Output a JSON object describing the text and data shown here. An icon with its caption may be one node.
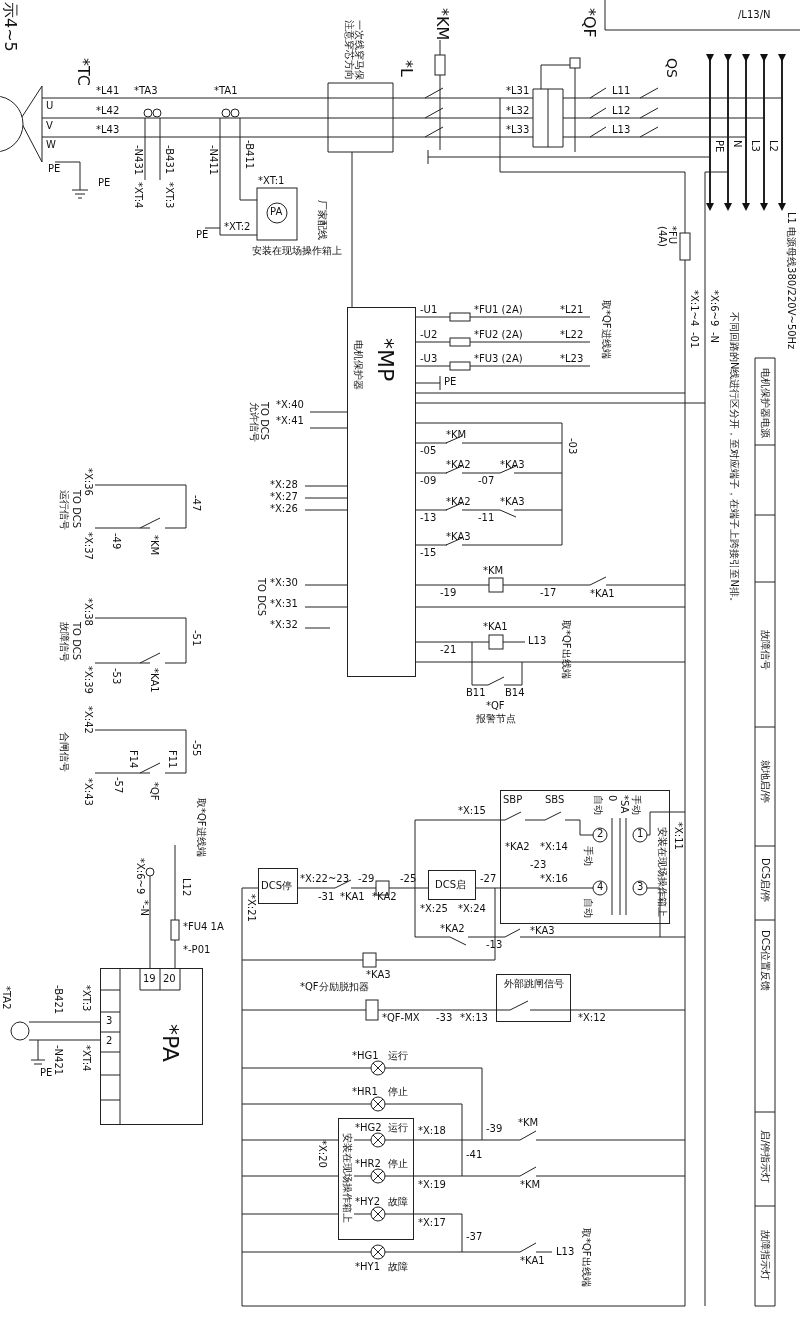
{
  "diagram": {
    "nodes": [
      {
        "text": [
          "*MP",
          "电机保护器"
        ]
      },
      {
        "text": [
          "*PA"
        ]
      },
      {
        "text": [
          "外部跳闸信号"
        ]
      },
      {
        "text": [
          "安装在现场操作箱上"
        ]
      },
      {
        "text": [
          "DCS停"
        ]
      },
      {
        "text": [
          "DCS启"
        ]
      },
      {
        "text": [
          "安装在现场操作箱上"
        ]
      }
    ],
    "labels": [
      "示4~5",
      "*TC",
      "U",
      "V",
      "W",
      "PE",
      "*L41",
      "*L42",
      "*L43",
      "*TA3",
      "-N431",
      "-B431",
      "PE",
      "*XT:4",
      "*XT:3",
      "*TA1",
      "-N411",
      "-B411",
      "*XT:1",
      "*XT:2",
      "PE",
      "安装在现场操作箱上",
      "一次线穿马保注意穿芯方向",
      "*L",
      "厂家配线",
      "*KM",
      "*QF",
      "*L31",
      "*L32",
      "*L33",
      "QS",
      "L11",
      "L12",
      "L13",
      "PE",
      "N",
      "L3",
      "L2",
      "L1 电源母线380/220V~50Hz",
      "/L13/N",
      "*FU (4A)",
      "*X:1~4",
      "*X:6~9",
      "-01",
      "-N",
      "不同回路的N线进行区分开，至对应端子，在端子上跨接引至N排。",
      "*FU1 (2A)",
      "*FU2 (2A)",
      "*FU3 (2A)",
      "*L21",
      "*L22",
      "*L23",
      "取*QF进线端",
      "-U1",
      "-U2",
      "-U3",
      "PE",
      "TO DCS 允许信号",
      "*X:40",
      "*X:41",
      "*X:28",
      "*X:27",
      "*X:26",
      "*X:30",
      "*X:31",
      "*X:32",
      "TO DCS",
      "-03",
      "-05",
      "*KM",
      "-09",
      "*KA2",
      "-07",
      "*KA3",
      "-13",
      "*KA2",
      "-11",
      "*KA3",
      "-15",
      "*KA3",
      "-19",
      "*KM",
      "-17",
      "*KA1",
      "-21",
      "*KA1",
      "L13",
      "取*QF出线端",
      "B11",
      "B14",
      "*QF",
      "报警节点",
      "*X:36",
      "*X:37",
      "TO DCS",
      "运行信号",
      "-47",
      "-49",
      "*KM",
      "*X:38",
      "*X:39",
      "TO DCS",
      "故障信号",
      "-51",
      "-53",
      "*KA1",
      "*X:42",
      "*X:43",
      "合闸信号",
      "-55",
      "-57",
      "F11",
      "F14",
      "*QF",
      "取*QF进线端",
      "*X:6~9",
      "*-N",
      "L12",
      "*FU4 1A",
      "*-P01",
      "20",
      "19",
      "3",
      "2",
      "*XT:3",
      "*XT:4",
      "-B421",
      "-N421",
      "*TA2",
      "PE",
      "*SA",
      "手动",
      "0",
      "自动",
      "SBP",
      "SBS",
      "1",
      "2",
      "手动",
      "3",
      "4",
      "自动",
      "*X:11",
      "*X:15",
      "*KA2",
      "-23",
      "*X:14",
      "*X:16",
      "-25",
      "*KA2",
      "-29",
      "*KA1",
      "-31",
      "*X:22~23",
      "*X:21",
      "*X:25",
      "*X:24",
      "-27",
      "*KA2",
      "-13",
      "*KA3",
      "*KA3",
      "*QF分励脱扣器",
      "*QF-MX",
      "-33",
      "*X:13",
      "*X:12",
      "运行",
      "*HG1",
      "停止",
      "*HR1",
      "运行",
      "*HG2",
      "停止",
      "*HR2",
      "故障",
      "*HY2",
      "故障",
      "*HY1",
      "*X:18",
      "*X:20",
      "*X:19",
      "*X:17",
      "-39",
      "-41",
      "-37",
      "*KM",
      "*KM",
      "*KA1",
      "L13",
      "取*QF出线端",
      "电机保护器电源",
      "故障信号",
      "就地启/停",
      "DCS启/停",
      "DCS位置反馈",
      "启/停指示灯",
      "故障指示灯",
      "PA"
    ]
  }
}
